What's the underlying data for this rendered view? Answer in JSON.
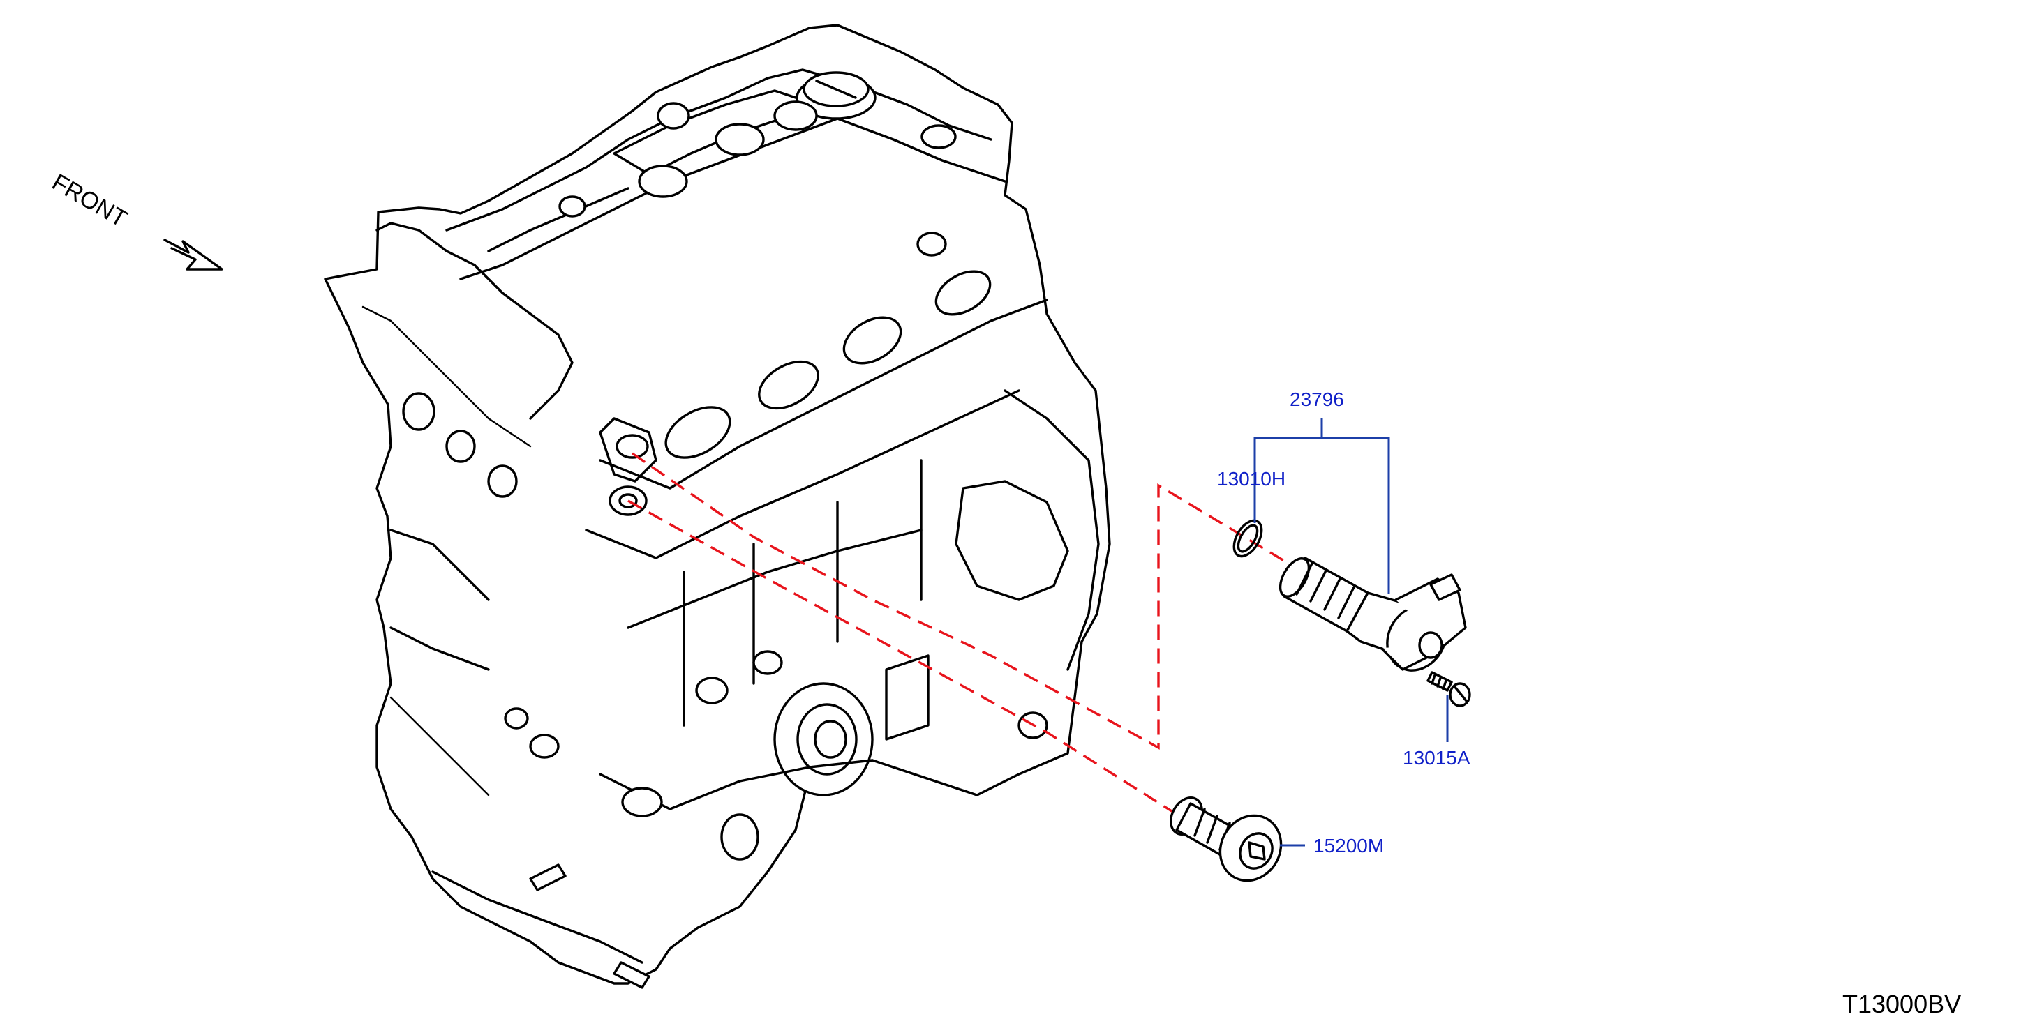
{
  "diagram": {
    "front_label": "FRONT",
    "drawing_code": "T13000BV",
    "parts": [
      {
        "number": "23796"
      },
      {
        "number": "13010H"
      },
      {
        "number": "13015A"
      },
      {
        "number": "15200M"
      }
    ],
    "colors": {
      "line_art": "#000000",
      "part_label": "#1020c8",
      "callout_line": "#1c3fa8",
      "dashed_assembly_line": "#e8141c"
    }
  }
}
